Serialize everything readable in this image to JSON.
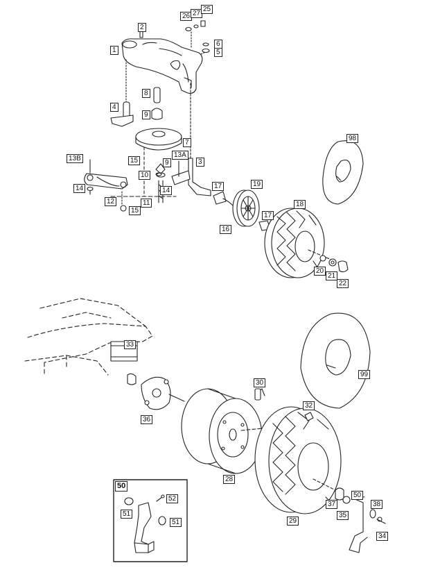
{
  "callouts": {
    "c1": "1",
    "c2": "2",
    "c3": "3",
    "c4": "4",
    "c5": "5",
    "c6": "6",
    "c7": "7",
    "c8": "8",
    "c9a": "9",
    "c9b": "9",
    "c10": "10",
    "c11": "11",
    "c12": "12",
    "c13A": "13A",
    "c13B": "13B",
    "c14a": "14",
    "c14b": "14",
    "c15a": "15",
    "c15b": "15",
    "c16": "16",
    "c17a": "17",
    "c17b": "17",
    "c18": "18",
    "c19": "19",
    "c20": "20",
    "c21": "21",
    "c22": "22",
    "c25": "25",
    "c26": "26",
    "c27": "27",
    "c98": "98",
    "c99": "99",
    "c28": "28",
    "c29": "29",
    "c30": "30",
    "c32": "32",
    "c33": "33",
    "c34": "34",
    "c35": "35",
    "c36": "36",
    "c37": "37",
    "c38": "38",
    "c50": "50",
    "c51a": "51",
    "c51b": "51",
    "c52": "52"
  },
  "inset": {
    "label": "50"
  }
}
